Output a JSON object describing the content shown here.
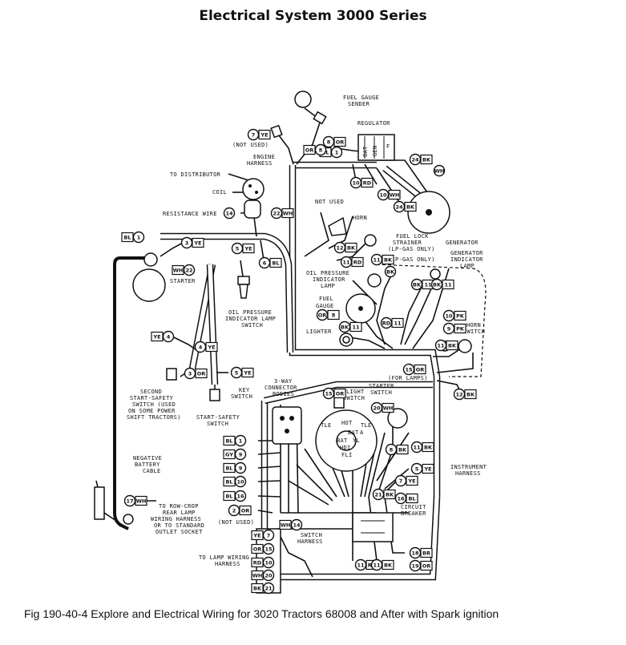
{
  "title": "Electrical System 3000 Series",
  "caption": "Fig 190-40-4 Explore and Electrical Wiring for 3020 Tractors 68008 and After with Spark ignition",
  "labels": {
    "fuel_gauge_sender_1": "FUEL GAUGE",
    "fuel_gauge_sender_2": "SENDER",
    "regulator": "REGULATOR",
    "not_used_top": "(NOT USED)",
    "engine_harness_1": "ENGINE",
    "engine_harness_2": "HARNESS",
    "to_distributor": "TO DISTRIBUTOR",
    "coil": "COIL",
    "resistance_wire": "RESISTANCE WIRE",
    "not_used_mid": "NOT USED",
    "horn": "HORN",
    "fuel_lock_1": "FUEL LOCK",
    "fuel_lock_2": "STRAINER",
    "fuel_lock_3": "(LP-GAS ONLY)",
    "lp_gas_only": "(LP-GAS ONLY)",
    "generator": "GENERATOR",
    "gen_lamp_1": "GENERATOR",
    "gen_lamp_2": "INDICATOR",
    "gen_lamp_3": "LAMP",
    "starter": "STARTER",
    "oil_lamp_1": "OIL PRESSURE",
    "oil_lamp_2": "INDICATOR",
    "oil_lamp_3": "LAMP",
    "fuel_gauge_1": "FUEL",
    "fuel_gauge_2": "GAUGE",
    "oil_switch_1": "OIL PRESSURE",
    "oil_switch_2": "INDICATOR LAMP",
    "oil_switch_3": "SWITCH",
    "lighter": "LIGHTER",
    "horn_switch_1": "HORN",
    "horn_switch_2": "SWITCH",
    "for_lamps": "(FOR LAMPS)",
    "second_ss_1": "SECOND",
    "second_ss_2": "START-SAFETY",
    "second_ss_3": "SWITCH (USED",
    "second_ss_4": "ON SOME POWER",
    "second_ss_5": "SHIFT TRACTORS)",
    "three_way_1": "3-WAY",
    "three_way_2": "CONNECTOR",
    "three_way_3": "BODIES",
    "key_switch_1": "KEY",
    "key_switch_2": "SWITCH",
    "light_switch_1": "LIGHT",
    "light_switch_2": "SWITCH",
    "starter_switch_1": "STARTER",
    "starter_switch_2": "SWITCH",
    "ss_switch_1": "START-SAFETY",
    "ss_switch_2": "SWITCH",
    "neg_cable_1": "NEGATIVE",
    "neg_cable_2": "BATTERY",
    "neg_cable_3": "CABLE",
    "instrument_harness_1": "INSTRUMENT",
    "instrument_harness_2": "HARNESS",
    "to_row_crop_1": "TO ROW-CROP",
    "to_row_crop_2": "REAR LAMP",
    "to_row_crop_3": "WIRING HARNESS",
    "to_row_crop_4": "OR TO STANDARD",
    "to_row_crop_5": "OUTLET SOCKET",
    "not_used_bottom": "(NOT USED)",
    "switch_harness_1": "SWITCH",
    "switch_harness_2": "HARNESS",
    "circuit_breaker_1": "CIRCUIT",
    "circuit_breaker_2": "BREAKER",
    "to_lamp_1": "TO LAMP WIRING",
    "to_lamp_2": "HARNESS",
    "key_hot": "HOT",
    "key_tle": "TLE",
    "key_tle2": "TLE",
    "key_bat": "BAT",
    "key_a": "A",
    "key_bat2": "BAT",
    "key_yl": "YL",
    "key_hdi": "HDI",
    "key_fli": "FLI",
    "reg_bat": "BAT",
    "reg_gen": "GEN",
    "reg_f": "F"
  },
  "tags": [
    {
      "num": "7",
      "color": "YE"
    },
    {
      "num": "8",
      "color": "OR"
    },
    {
      "num": "1",
      "color": "BL"
    },
    {
      "num": "24",
      "color": "BK"
    },
    {
      "num": "WH",
      "color": ""
    },
    {
      "num": "10",
      "color": "RD"
    },
    {
      "num": "10",
      "color": "WH"
    },
    {
      "num": "24",
      "color": "BK"
    },
    {
      "num": "14",
      "color": ""
    },
    {
      "num": "22",
      "color": "WH"
    },
    {
      "num": "1",
      "color": "BL"
    },
    {
      "num": "3",
      "color": "YE"
    },
    {
      "num": "22",
      "color": "WH"
    },
    {
      "num": "5",
      "color": "YE"
    },
    {
      "num": "6",
      "color": "BL"
    },
    {
      "num": "12",
      "color": "BK"
    },
    {
      "num": "11",
      "color": "RD"
    },
    {
      "num": "11",
      "color": "BK"
    },
    {
      "num": "BK",
      "color": ""
    },
    {
      "num": "BK",
      "color": "11"
    },
    {
      "num": "BK",
      "color": "11"
    },
    {
      "num": "OR",
      "color": "8"
    },
    {
      "num": "BK",
      "color": "11"
    },
    {
      "num": "RD",
      "color": "11"
    },
    {
      "num": "10",
      "color": "PK"
    },
    {
      "num": "9",
      "color": "PK"
    },
    {
      "num": "11",
      "color": "BK"
    },
    {
      "num": "4",
      "color": "YE"
    },
    {
      "num": "4",
      "color": "YE"
    },
    {
      "num": "3",
      "color": "OR"
    },
    {
      "num": "5",
      "color": "YE"
    },
    {
      "num": "15",
      "color": "OR"
    },
    {
      "num": "12",
      "color": "BK"
    },
    {
      "num": "15",
      "color": "OR"
    },
    {
      "num": "20",
      "color": "WH"
    },
    {
      "num": "1",
      "color": "BL"
    },
    {
      "num": "9",
      "color": "GY"
    },
    {
      "num": "9",
      "color": "BL"
    },
    {
      "num": "10",
      "color": "BL"
    },
    {
      "num": "16",
      "color": "BL"
    },
    {
      "num": "11",
      "color": "BK"
    },
    {
      "num": "8",
      "color": "BK"
    },
    {
      "num": "5",
      "color": "YE"
    },
    {
      "num": "7",
      "color": "YE"
    },
    {
      "num": "21",
      "color": "BK"
    },
    {
      "num": "16",
      "color": "BL"
    },
    {
      "num": "17",
      "color": "WH"
    },
    {
      "num": "2",
      "color": "OR"
    },
    {
      "num": "14",
      "color": "WH"
    },
    {
      "num": "7",
      "color": "YE"
    },
    {
      "num": "15",
      "color": "OR"
    },
    {
      "num": "10",
      "color": "RD"
    },
    {
      "num": "20",
      "color": "WH"
    },
    {
      "num": "21",
      "color": "BK"
    },
    {
      "num": "11",
      "color": "RD"
    },
    {
      "num": "11",
      "color": "BK"
    },
    {
      "num": "18",
      "color": "BR"
    },
    {
      "num": "19",
      "color": "OR"
    },
    {
      "num": "8",
      "color": "OR"
    }
  ]
}
